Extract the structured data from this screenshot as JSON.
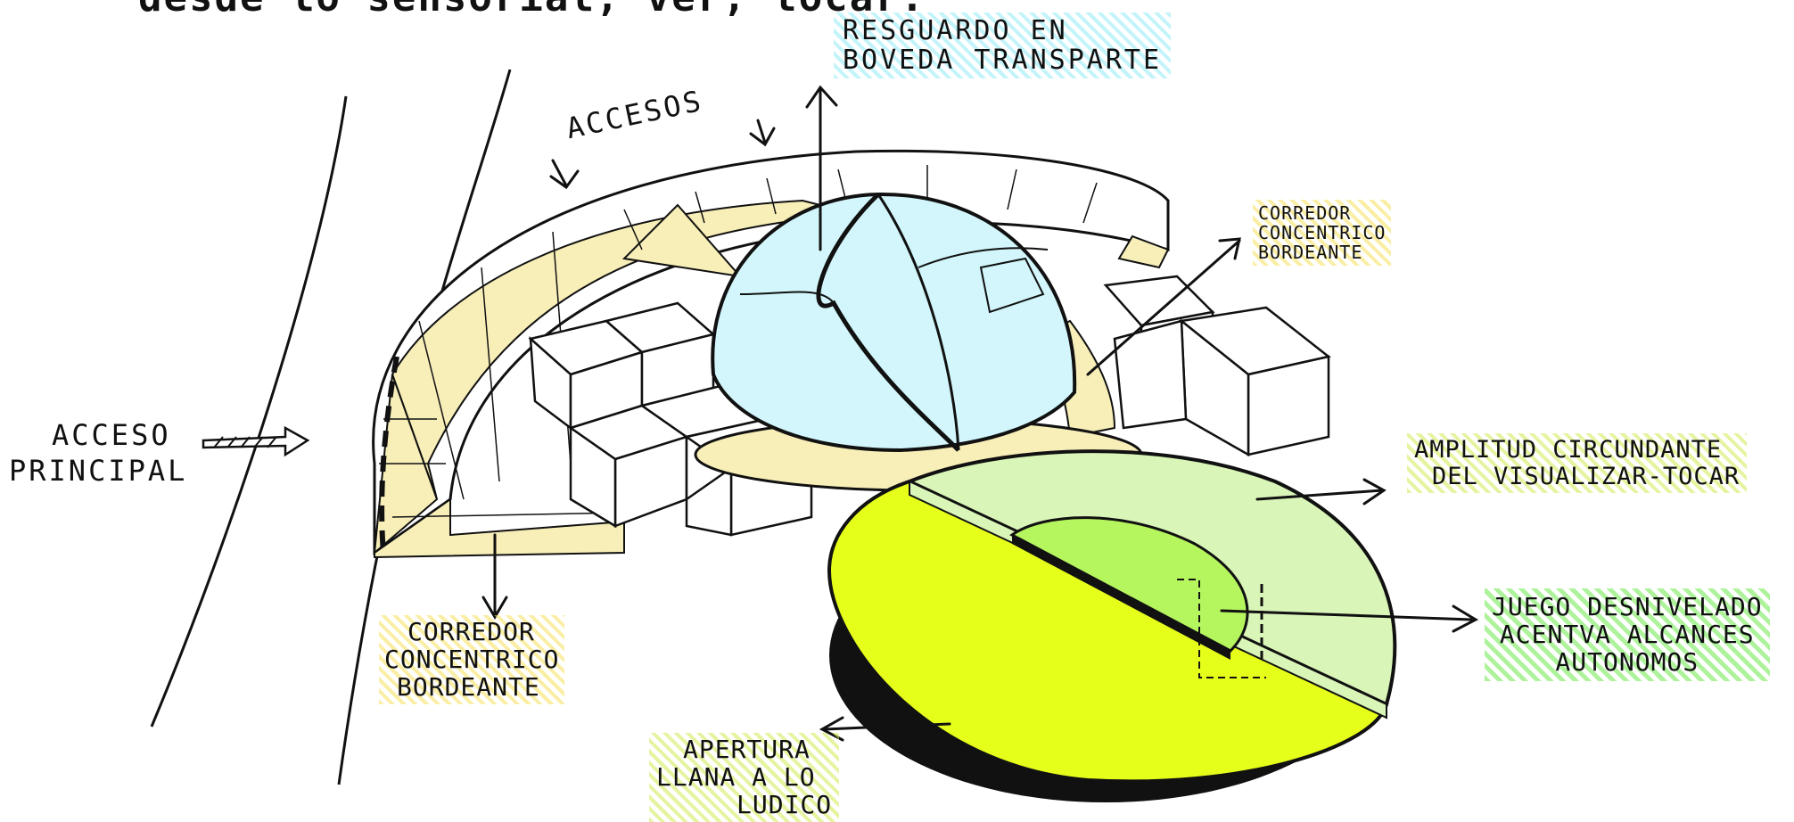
{
  "top_text": "desde lo sensorial, ver, tocar.",
  "labels": {
    "resguardo": [
      "RESGUARDO EN",
      "BOVEDA TRANSPARTE"
    ],
    "accesos": "ACCESOS",
    "corredor_right": [
      "CORREDOR",
      "CONCENTRICO",
      "BORDEANTE"
    ],
    "acceso_principal": [
      "ACCESO",
      "PRINCIPAL"
    ],
    "amplitud": [
      "AMPLITUD CIRCUNDANTE",
      "DEL VISUALIZAR-TOCAR"
    ],
    "juego": [
      "JUEGO DESNIVELADO",
      "ACENTVA ALCANCES",
      "AUTONOMOS"
    ],
    "corredor_bottom": [
      "CORREDOR",
      "CONCENTRICO",
      "BORDEANTE"
    ],
    "apertura": [
      "APERTURA",
      "LLANA A LO",
      "LUDICO"
    ]
  },
  "colors": {
    "dome": "#d2f6fb",
    "corridor": "#f7eeb8",
    "plaza_yellow": "#e6ff1a",
    "plaza_green": "#d9f5b8",
    "play_pit": "#b5f55e",
    "ink": "#111111"
  }
}
